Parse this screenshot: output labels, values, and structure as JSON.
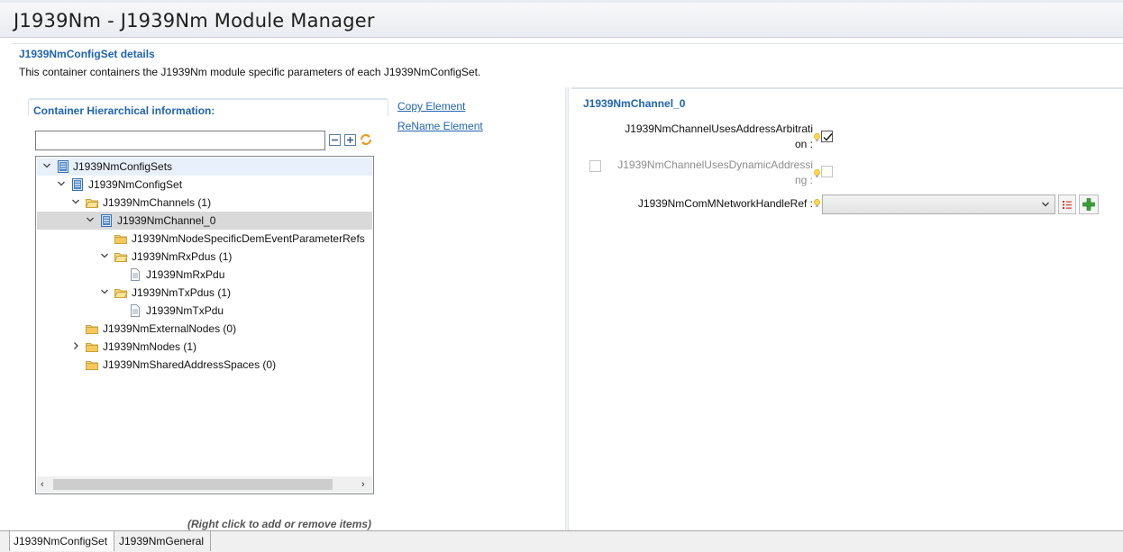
{
  "window": {
    "title": "J1939Nm - J1939Nm Module Manager"
  },
  "details": {
    "title": "J1939NmConfigSet details",
    "description": "This container containers the J1939Nm module specific parameters of each J1939NmConfigSet."
  },
  "left": {
    "container_title": "Container Hierarchical information:",
    "copy_link": "Copy Element",
    "rename_link": "ReName Element",
    "filter_value": "",
    "hint": "(Right click to add or remove items)"
  },
  "tree": {
    "items": [
      {
        "label": "J1939NmConfigSets",
        "icon": "module-icon",
        "expanded": true
      },
      {
        "label": "J1939NmConfigSet",
        "icon": "module-icon",
        "expanded": true
      },
      {
        "label": "J1939NmChannels (1)",
        "icon": "folder-open-icon",
        "expanded": true
      },
      {
        "label": "J1939NmChannel_0",
        "icon": "module-icon",
        "expanded": true,
        "selected": true
      },
      {
        "label": "J1939NmNodeSpecificDemEventParameterRefs",
        "icon": "folder-icon"
      },
      {
        "label": "J1939NmRxPdus (1)",
        "icon": "folder-open-icon",
        "expanded": true
      },
      {
        "label": "J1939NmRxPdu",
        "icon": "document-icon"
      },
      {
        "label": "J1939NmTxPdus (1)",
        "icon": "folder-open-icon",
        "expanded": true
      },
      {
        "label": "J1939NmTxPdu",
        "icon": "document-icon"
      },
      {
        "label": "J1939NmExternalNodes (0)",
        "icon": "folder-icon"
      },
      {
        "label": "J1939NmNodes (1)",
        "icon": "folder-icon",
        "expanded": false
      },
      {
        "label": "J1939NmSharedAddressSpaces (0)",
        "icon": "folder-icon"
      }
    ]
  },
  "right": {
    "channel_title": "J1939NmChannel_0",
    "params": {
      "address_arbitration": {
        "label_line1": "J1939NmChannelUsesAddressArbitrati",
        "label_line2": "on :",
        "checked": true
      },
      "dynamic_addressing": {
        "label_line1": "J1939NmChannelUsesDynamicAddressi",
        "label_line2": "ng :",
        "checked": false,
        "enabled": false
      },
      "comm_handle_ref": {
        "label": "J1939NmComMNetworkHandleRef :",
        "value": ""
      }
    }
  },
  "tabs": [
    {
      "label": "J1939NmConfigSet",
      "active": true
    },
    {
      "label": "J1939NmGeneral",
      "active": false
    }
  ],
  "colors": {
    "accent": "#1f64b0",
    "selection": "#d9d9d9",
    "folder": "#f5c85a"
  }
}
